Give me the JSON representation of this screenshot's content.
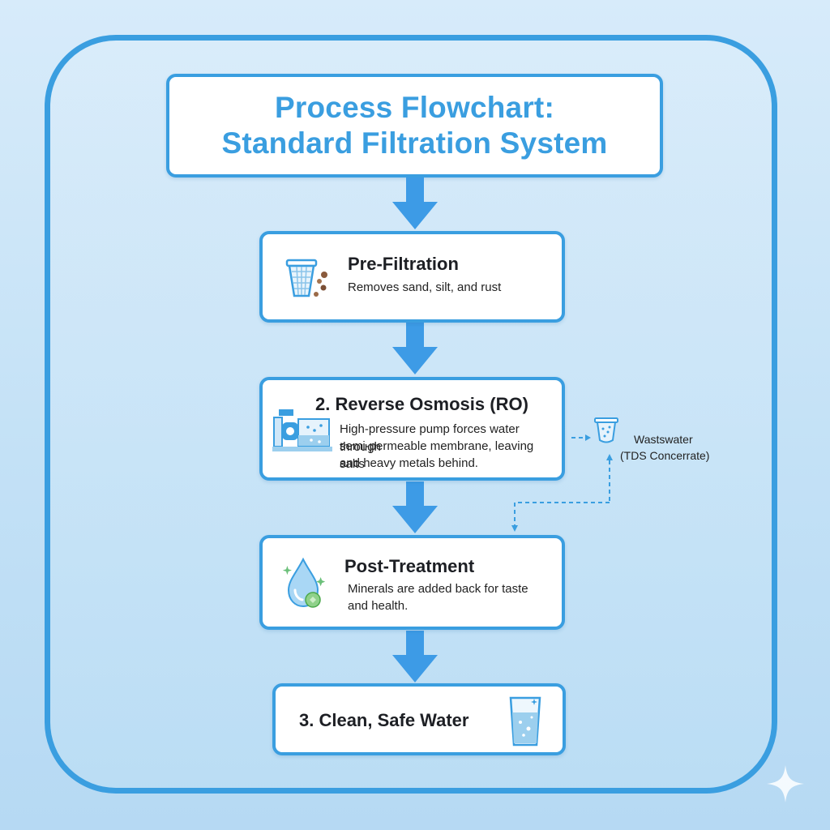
{
  "title": {
    "line1": "Process Flowchart:",
    "line2": "Standard Filtration System"
  },
  "steps": [
    {
      "title": "Pre-Filtration",
      "description": [
        "Removes sand, silt, and rust"
      ],
      "icon": "strainer-icon"
    },
    {
      "title": "2. Reverse Osmosis (RO)",
      "description": [
        "High-pressure pump forces water through",
        "semi-permeable membrane, leaving salts",
        "and heavy metals behind."
      ],
      "icon": "pump-membrane-icon"
    },
    {
      "title": "Post-Treatment",
      "description": [
        "Minerals are added back for taste",
        "and health."
      ],
      "icon": "water-drop-minerals-icon"
    },
    {
      "title": "3. Clean, Safe Water",
      "description": [],
      "icon": "water-glass-icon"
    }
  ],
  "wastewater": {
    "line1": "Wastswater",
    "line2": "(TDS Concerrate)",
    "icon": "waste-filter-icon"
  },
  "colors": {
    "accent": "#3a9ee0",
    "arrow": "#3d9be6",
    "background": "#c3e1f6",
    "text": "#1d1f24"
  }
}
